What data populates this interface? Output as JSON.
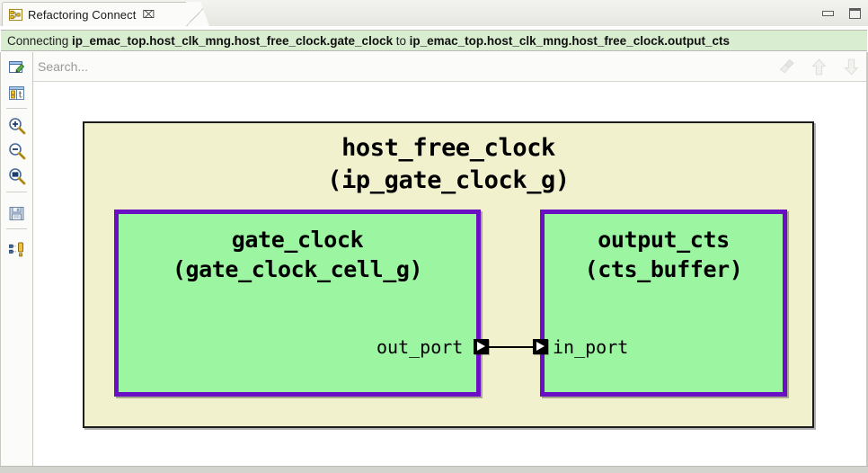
{
  "window": {
    "tab": {
      "label": "Refactoring Connect",
      "icon": "refactoring-connect-icon",
      "close_glyph": "⌧"
    },
    "controls": {
      "minimize": "minimize-button",
      "maximize": "maximize-button"
    }
  },
  "statusbar": {
    "prefix": "Connecting",
    "source": "ip_emac_top.host_clk_mng.host_free_clock.gate_clock",
    "joiner": "to",
    "target": "ip_emac_top.host_clk_mng.host_free_clock.output_cts",
    "background": "#d9edd0"
  },
  "search": {
    "placeholder": "Search...",
    "value": "",
    "tools": [
      {
        "name": "clear-search-icon",
        "enabled": false
      },
      {
        "name": "find-previous-icon",
        "enabled": false
      },
      {
        "name": "find-next-icon",
        "enabled": false
      }
    ]
  },
  "toolbar": {
    "items": [
      {
        "name": "edit-pin-icon",
        "tooltip": "Edit"
      },
      {
        "name": "properties-icon",
        "tooltip": "Properties"
      },
      {
        "name": "zoom-in-icon",
        "tooltip": "Zoom In"
      },
      {
        "name": "zoom-out-icon",
        "tooltip": "Zoom Out"
      },
      {
        "name": "zoom-fit-icon",
        "tooltip": "Zoom Fit"
      },
      {
        "name": "save-icon",
        "tooltip": "Save"
      },
      {
        "name": "arrange-tree-icon",
        "tooltip": "Arrange"
      }
    ]
  },
  "diagram": {
    "outer_module": {
      "name": "host_free_clock",
      "type": "(ip_gate_clock_g)",
      "fill": "#f1f2cd",
      "border": "#1c1c1c"
    },
    "modules": [
      {
        "name": "gate_clock",
        "type": "(gate_clock_cell_g)",
        "fill": "#9cf6a1",
        "border": "#6b0fc4",
        "port": "out_port"
      },
      {
        "name": "output_cts",
        "type": "(cts_buffer)",
        "fill": "#9cf6a1",
        "border": "#6b0fc4",
        "port": "in_port"
      }
    ],
    "connection": {
      "from": "out_port",
      "to": "in_port",
      "color": "#000000"
    }
  }
}
